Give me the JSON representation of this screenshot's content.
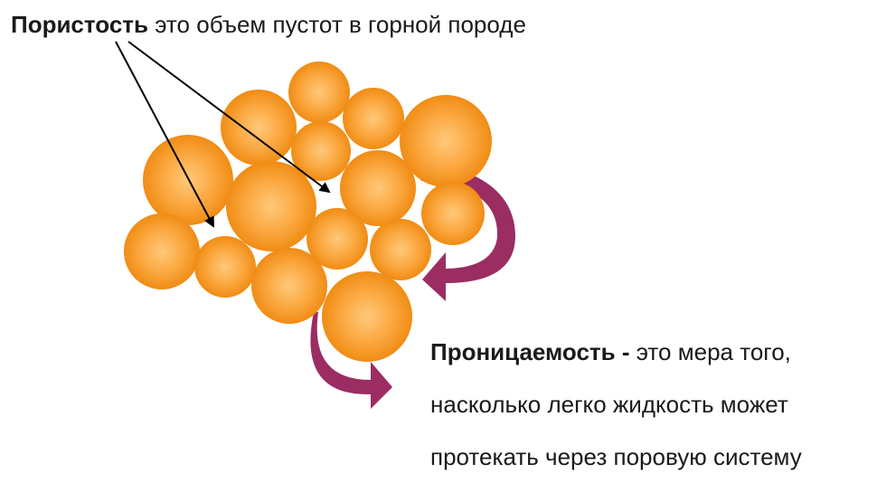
{
  "porosity": {
    "term": "Пористость",
    "definition": " это объем пустот в горной породе"
  },
  "permeability": {
    "term": "Проницаемость -",
    "line1": " это мера того,",
    "line2": "насколько легко жидкость может",
    "line3": "протекать через поровую систему"
  },
  "colors": {
    "grain": "#f7941d",
    "grain_highlight": "#ffc97a",
    "flow_arrow": "#9b2d63",
    "pointer": "#000000"
  }
}
